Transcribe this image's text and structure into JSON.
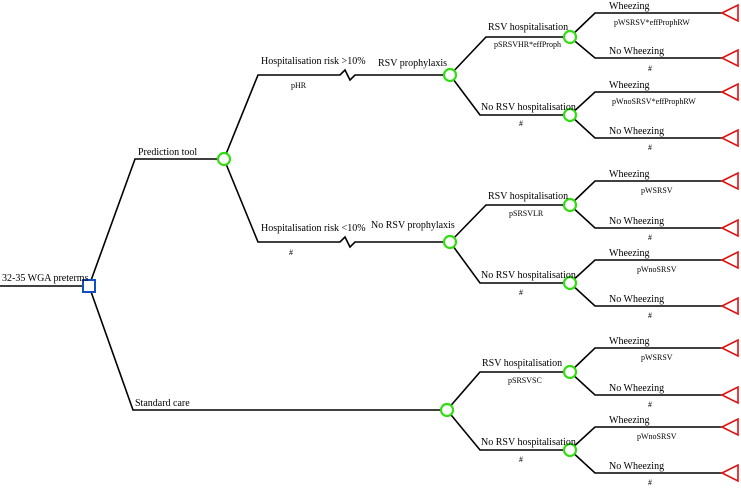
{
  "root": {
    "label": "32-35 WGA preterms"
  },
  "strategies": {
    "prediction_tool": "Prediction tool",
    "standard_care": "Standard care"
  },
  "risk_branches": {
    "high": {
      "label": "Hospitalisation risk >10%",
      "prob": "pHR"
    },
    "low": {
      "label": "Hospitalisation risk <10%",
      "prob": "#"
    }
  },
  "prophylaxis": {
    "yes": "RSV prophylaxis",
    "no": "No RSV prophylaxis"
  },
  "hospitalisation": {
    "group_a": {
      "yes": "RSV hospitalisation",
      "yes_prob": "pSRSVHR*effProph",
      "no": "No RSV hospitalisation",
      "no_prob": "#"
    },
    "group_b": {
      "yes": "RSV hospitalisation",
      "yes_prob": "pSRSVLR",
      "no": "No RSV hospitalisation",
      "no_prob": "#"
    },
    "group_c": {
      "yes": "RSV hospitalisation",
      "yes_prob": "pSRSVSC",
      "no": "No RSV hospitalisation",
      "no_prob": "#"
    }
  },
  "wheezing": {
    "a1": {
      "yes": "Wheezing",
      "yes_prob": "pWSRSV*effProphRW",
      "no": "No Wheezing",
      "no_prob": "#"
    },
    "a2": {
      "yes": "Wheezing",
      "yes_prob": "pWnoSRSV*effProphRW",
      "no": "No Wheezing",
      "no_prob": "#"
    },
    "b1": {
      "yes": "Wheezing",
      "yes_prob": "pWSRSV",
      "no": "No Wheezing",
      "no_prob": "#"
    },
    "b2": {
      "yes": "Wheezing",
      "yes_prob": "pWnoSRSV",
      "no": "No Wheezing",
      "no_prob": "#"
    },
    "c1": {
      "yes": "Wheezing",
      "yes_prob": "pWSRSV",
      "no": "No Wheezing",
      "no_prob": "#"
    },
    "c2": {
      "yes": "Wheezing",
      "yes_prob": "pWnoSRSV",
      "no": "No Wheezing",
      "no_prob": "#"
    }
  },
  "colors": {
    "decision_node": "#1050c0",
    "chance_node": "#33dd11",
    "terminal_node": "#e01010",
    "edge": "#000000"
  }
}
